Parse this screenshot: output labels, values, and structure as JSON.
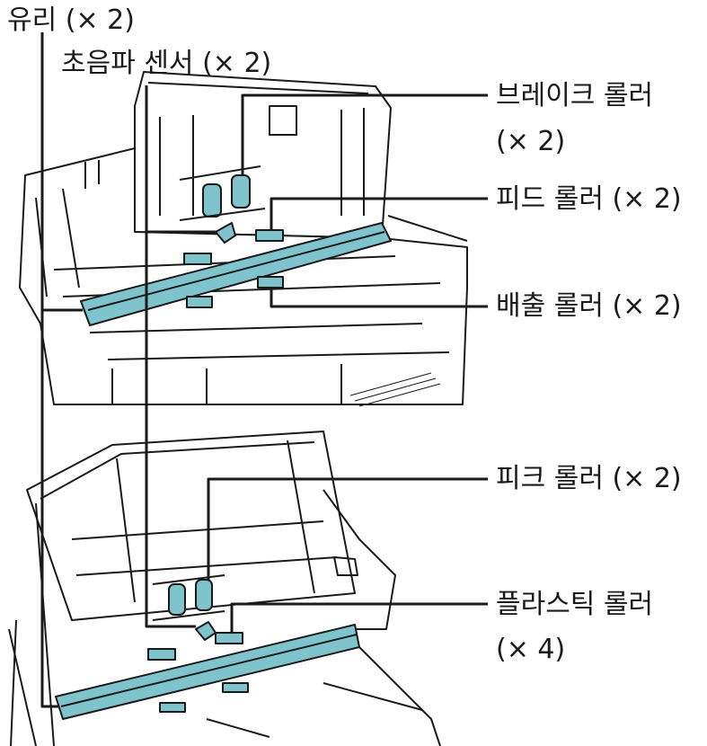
{
  "labels": {
    "glass": "유리 (× 2)",
    "ultrasonic_sensor": "초음파 센서 (× 2)",
    "brake_roller_line1": "브레이크 롤러",
    "brake_roller_line2": "(× 2)",
    "feed_roller": "피드 롤러 (× 2)",
    "eject_roller": "배출 롤러 (× 2)",
    "pick_roller": "피크 롤러 (× 2)",
    "plastic_roller_line1": "플라스틱 롤러",
    "plastic_roller_line2": "(× 4)"
  },
  "colors": {
    "part_fill": "#7fc3cc",
    "outline": "#1a1a1a",
    "leader": "#1a1a1a",
    "background": "#ffffff"
  }
}
